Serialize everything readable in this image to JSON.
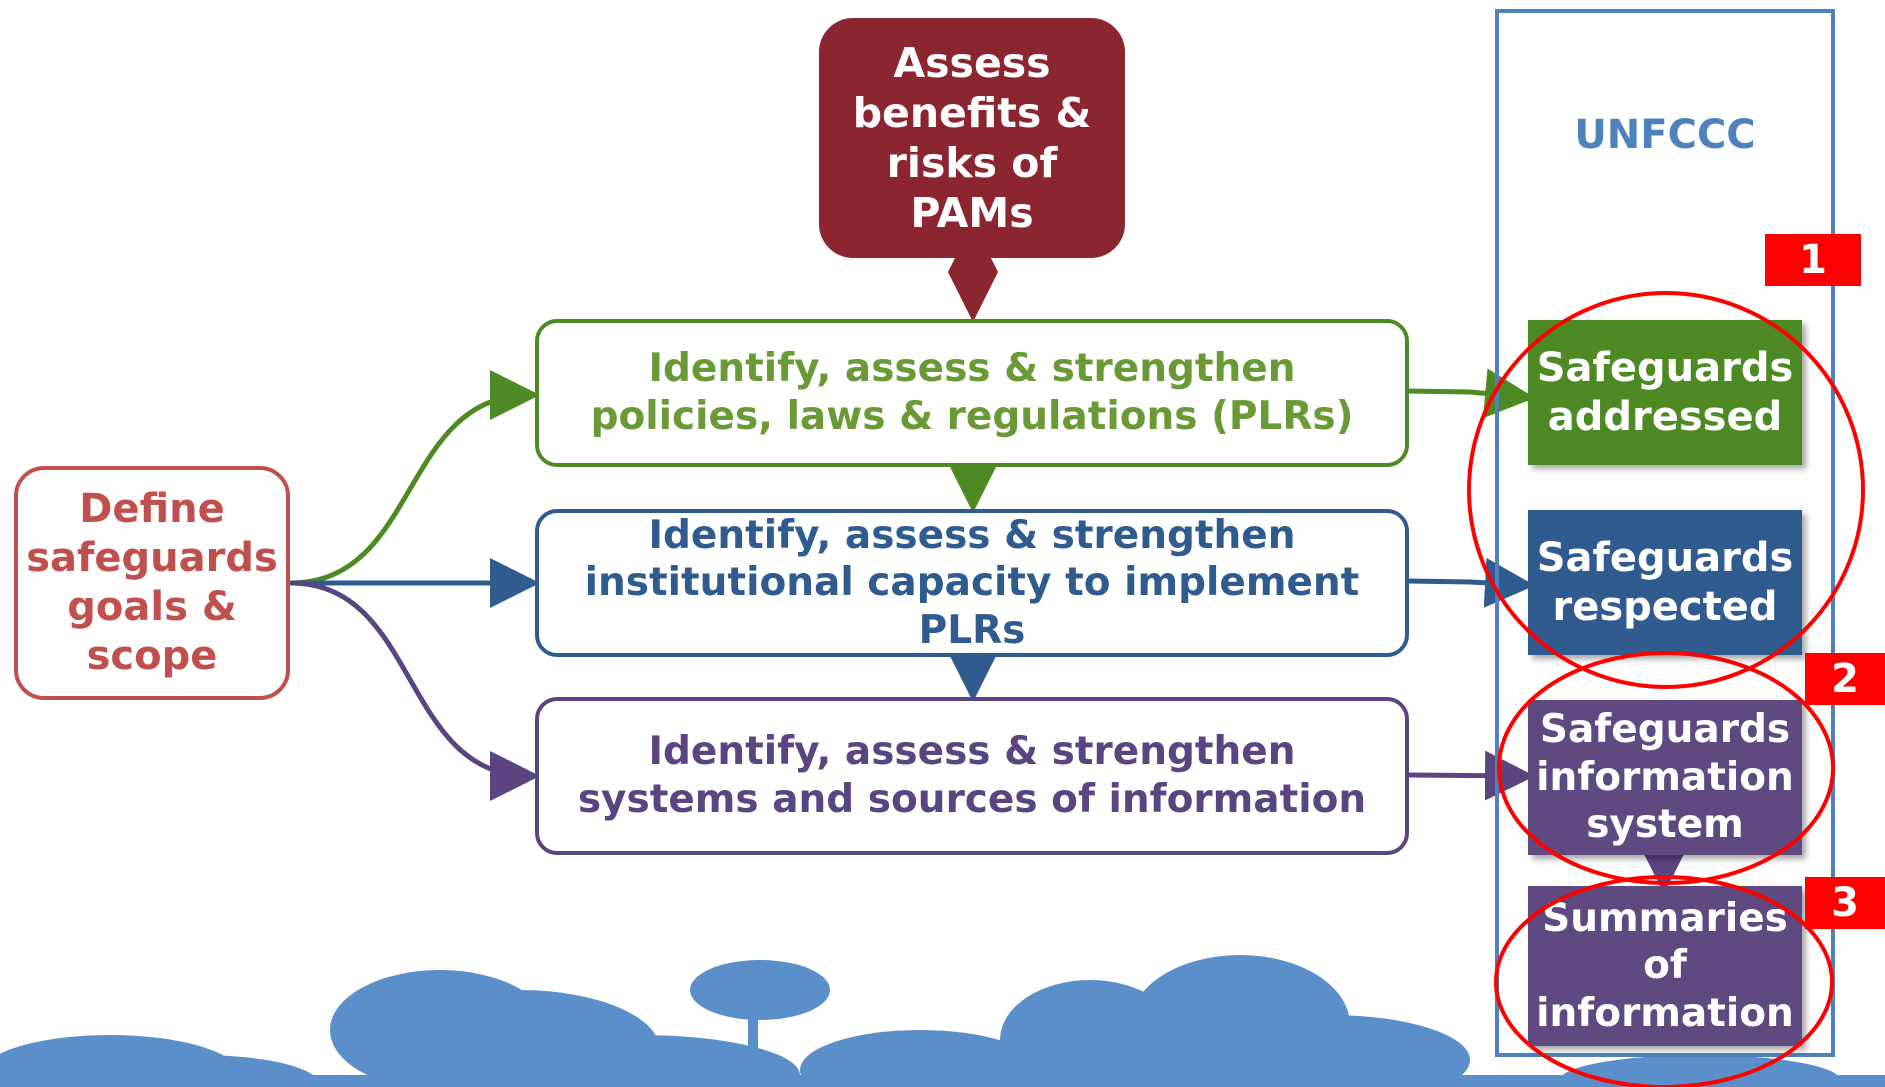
{
  "assess": {
    "label": "Assess benefits & risks of PAMs",
    "color": "#8b2530"
  },
  "define": {
    "label": "Define safeguards goals & scope",
    "color": "#c0504d"
  },
  "plr": {
    "line1": "Identify, assess & strengthen",
    "line2": "policies, laws & regulations (PLRs)",
    "color": "#4e8a23"
  },
  "capacity": {
    "line1": "Identify, assess & strengthen",
    "line2": "institutional capacity to implement PLRs",
    "color": "#2f5b8f"
  },
  "info": {
    "line1": "Identify, assess & strengthen",
    "line2": "systems and sources of information",
    "color": "#5b4580"
  },
  "unfccc": {
    "header": "UNFCCC",
    "frame_color": "#4f81bd",
    "items": [
      {
        "label": "Safeguards addressed",
        "color": "#4e8a23"
      },
      {
        "label": "Safeguards respected",
        "color": "#2f5b8f"
      },
      {
        "label": "Safeguards information system",
        "color": "#5e4a80"
      },
      {
        "label": "Summaries of information",
        "color": "#5e4a80"
      }
    ]
  },
  "badges": [
    "1",
    "2",
    "3"
  ],
  "highlight_color": "#ff0000",
  "tree_color": "#5b8fc9"
}
